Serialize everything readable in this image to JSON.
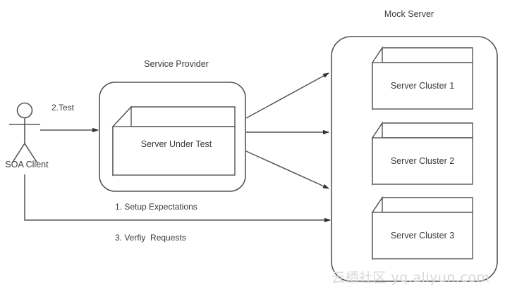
{
  "diagram": {
    "type": "architecture-flow-diagram",
    "background_color": "#ffffff",
    "stroke_color": "#555555",
    "text_color": "#3a3a3a",
    "watermark": {
      "text": "云栖社区 yq.aliyun.com",
      "color": "#d8d8d8"
    },
    "actor": {
      "name": "soa-client",
      "label": "SOA Client"
    },
    "containers": [
      {
        "name": "service-provider",
        "title": "Service Provider",
        "node": {
          "name": "server-under-test",
          "label": "Server Under Test"
        }
      },
      {
        "name": "mock-server",
        "title": "Mock Server",
        "nodes": [
          {
            "name": "server-cluster-1",
            "label": "Server Cluster 1"
          },
          {
            "name": "server-cluster-2",
            "label": "Server Cluster 2"
          },
          {
            "name": "server-cluster-3",
            "label": "Server Cluster 3"
          }
        ]
      }
    ],
    "edges": [
      {
        "name": "edge-test",
        "label": "2.Test",
        "from": "soa-client",
        "to": "service-provider"
      },
      {
        "name": "edge-setup-expectations",
        "label": "1. Setup Expectations",
        "from": "soa-client",
        "to": "mock-server"
      },
      {
        "name": "edge-verify-requests",
        "label": "3. Verfiy  Requests",
        "from": "soa-client",
        "to": "mock-server"
      },
      {
        "name": "edge-provider-to-cluster-1",
        "label": "",
        "from": "service-provider",
        "to": "server-cluster-1"
      },
      {
        "name": "edge-provider-to-cluster-2",
        "label": "",
        "from": "service-provider",
        "to": "server-cluster-2"
      },
      {
        "name": "edge-provider-to-cluster-3",
        "label": "",
        "from": "service-provider",
        "to": "server-cluster-3"
      }
    ]
  }
}
